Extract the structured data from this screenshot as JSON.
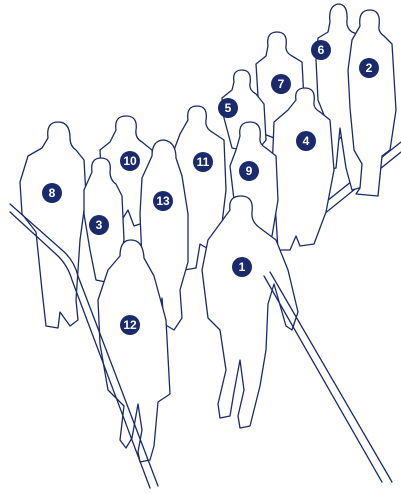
{
  "colors": {
    "ink": "#1a2a6c",
    "badge_text": "#ffffff",
    "background": "#ffffff"
  },
  "people": [
    {
      "id": "person-6",
      "number": "6"
    },
    {
      "id": "person-2",
      "number": "2"
    },
    {
      "id": "person-7",
      "number": "7"
    },
    {
      "id": "person-5",
      "number": "5"
    },
    {
      "id": "person-4",
      "number": "4"
    },
    {
      "id": "person-10",
      "number": "10"
    },
    {
      "id": "person-11",
      "number": "11"
    },
    {
      "id": "person-9",
      "number": "9"
    },
    {
      "id": "person-8",
      "number": "8"
    },
    {
      "id": "person-3",
      "number": "3"
    },
    {
      "id": "person-13",
      "number": "13"
    },
    {
      "id": "person-1",
      "number": "1"
    },
    {
      "id": "person-12",
      "number": "12"
    }
  ]
}
